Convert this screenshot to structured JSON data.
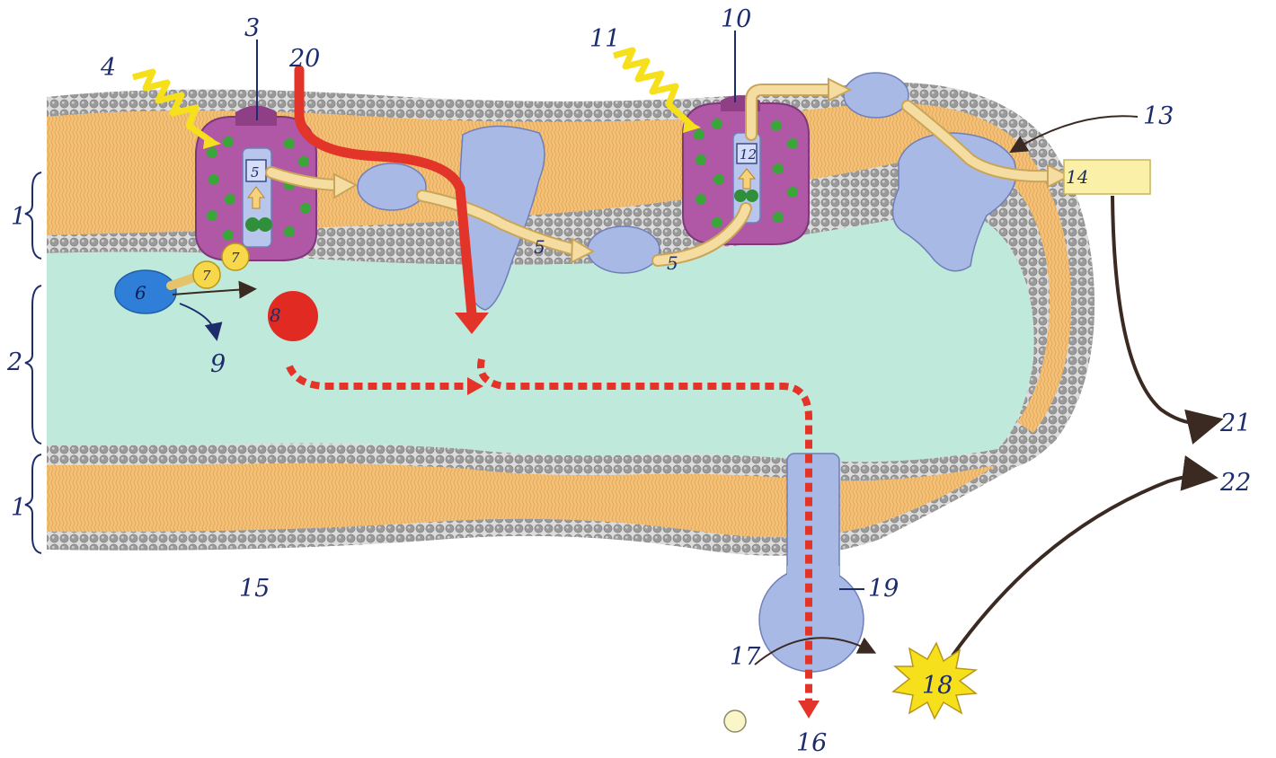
{
  "diagram": {
    "labels": {
      "l1a": "1",
      "l1b": "1",
      "l2": "2",
      "l3": "3",
      "l4": "4",
      "l5a": "5",
      "l5b": "5",
      "l5c": "5",
      "l6": "6",
      "l7a": "7",
      "l7b": "7",
      "l8": "8",
      "l9": "9",
      "l10": "10",
      "l11": "11",
      "l12": "12",
      "l13": "13",
      "l14": "14",
      "l15": "15",
      "l16": "16",
      "l17": "17",
      "l18": "18",
      "l19": "19",
      "l20": "20",
      "l21": "21",
      "l22": "22"
    },
    "colors": {
      "lipid_tail": "#f3c27a",
      "lipid_head": "#9a9a9a",
      "lumen": "#bfe9da",
      "protein": "#a9b9e6",
      "photosystem": "#b058a6",
      "chlorophyll": "#3aa63a",
      "flow_arrow": "#f5dca0",
      "proton_arrow": "#e3342a",
      "water": "#2f7fd8",
      "oxygen": "#e02a22"
    }
  }
}
